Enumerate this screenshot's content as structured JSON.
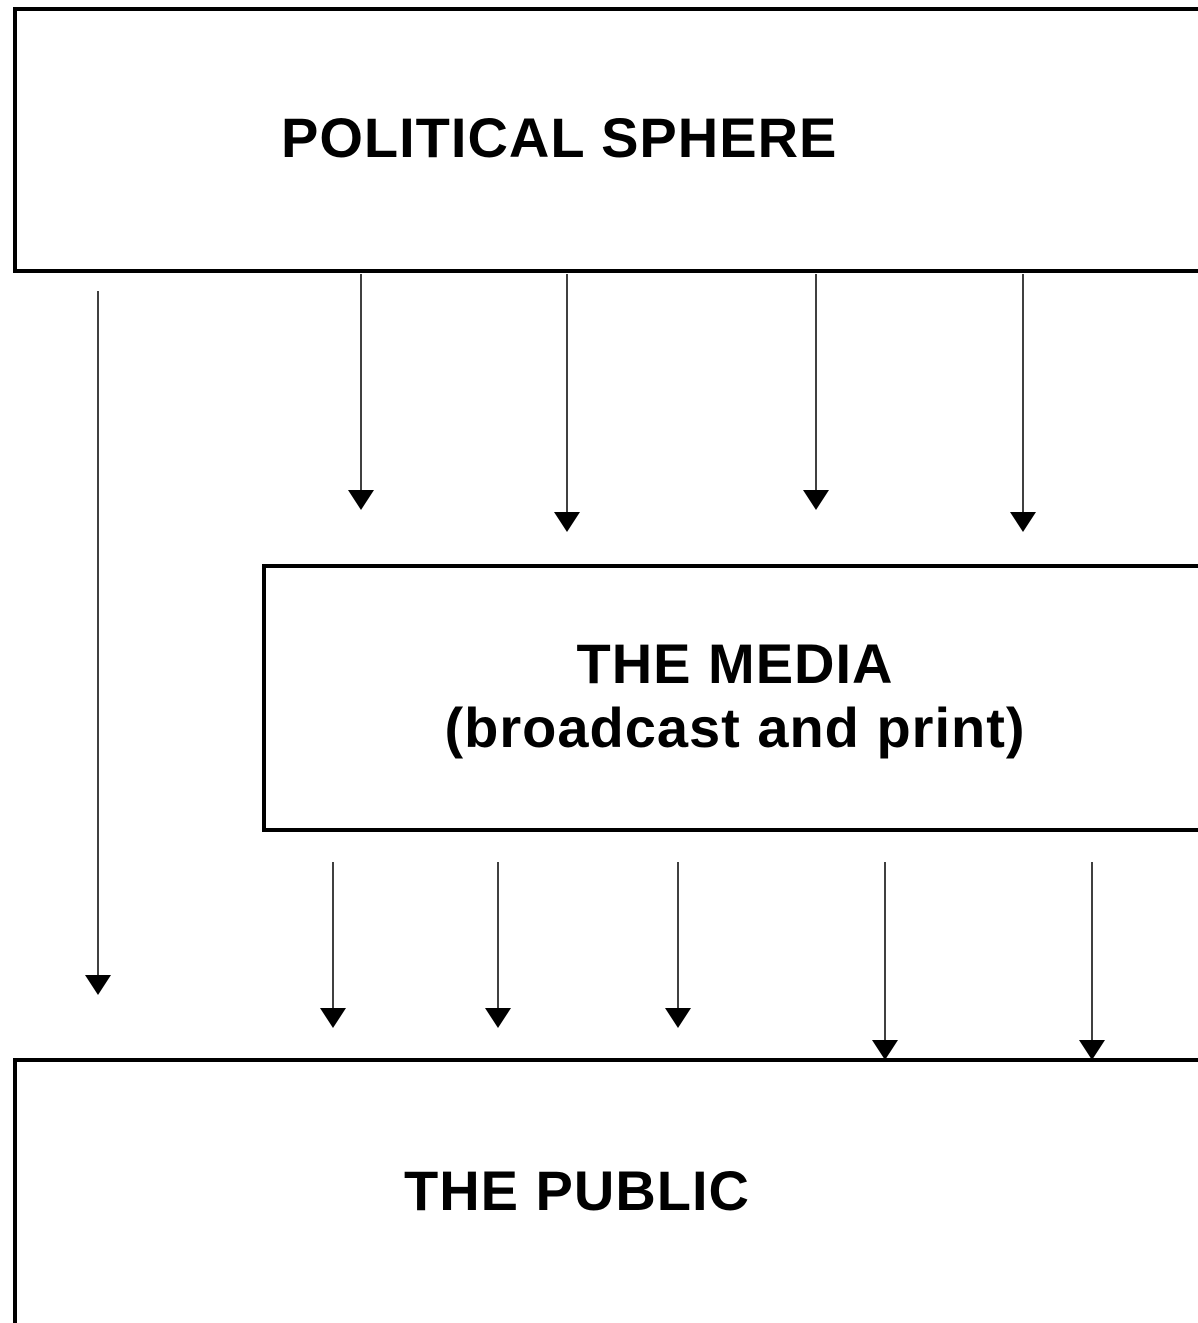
{
  "diagram": {
    "boxes": {
      "political": {
        "label": "POLITICAL SPHERE"
      },
      "media": {
        "line1": "THE MEDIA",
        "line2": "(broadcast and print)"
      },
      "public": {
        "label": "THE PUBLIC"
      }
    },
    "connections": [
      {
        "from": "political",
        "to": "public",
        "count": 1
      },
      {
        "from": "political",
        "to": "media",
        "count": 4
      },
      {
        "from": "media",
        "to": "public",
        "count": 5
      }
    ]
  },
  "colors": {
    "line": "#000000",
    "background": "#ffffff",
    "swoosh_gold": "#f2b51c",
    "swoosh_blue": "#0d3a78"
  }
}
